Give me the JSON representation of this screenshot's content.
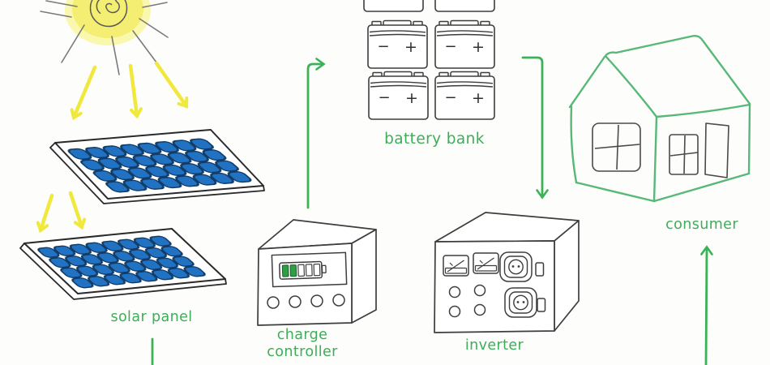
{
  "diagram": {
    "subject": "hand-drawn off-grid solar power system flow diagram",
    "labels": {
      "solar_panel": "solar panel",
      "charge_controller": {
        "line1": "charge",
        "line2": "controller"
      },
      "battery_bank": "battery bank",
      "inverter": "inverter",
      "consumer": "consumer"
    },
    "battery": {
      "minus": "−",
      "plus": "+"
    },
    "charge_indicator": {
      "segments": 5,
      "filled": 2
    },
    "components": [
      "sun",
      "solar panel",
      "charge controller",
      "battery bank",
      "inverter",
      "consumer house"
    ],
    "connections": [
      {
        "from": "sun",
        "to": "solar panel",
        "style": "yellow rays/arrows"
      },
      {
        "from": "charge controller",
        "to": "battery bank",
        "style": "green arrow"
      },
      {
        "from": "battery bank",
        "to": "inverter",
        "style": "green arrow"
      },
      {
        "from": "bottom edge",
        "to": "consumer",
        "style": "green arrow"
      },
      {
        "from": "solar panel",
        "to": "bottom edge",
        "style": "green line"
      }
    ],
    "colors": {
      "label_green": "#3cae58",
      "arrow_green": "#3cb257",
      "house_green": "#57b878",
      "ray_yellow": "#f0e83c",
      "sun_fill": "#f4ef72",
      "cell_blue": "#2172c2",
      "cell_outline": "#123c68",
      "ink_gray": "#3d3d3d",
      "charge_indicator_green": "#2f9e44"
    }
  }
}
